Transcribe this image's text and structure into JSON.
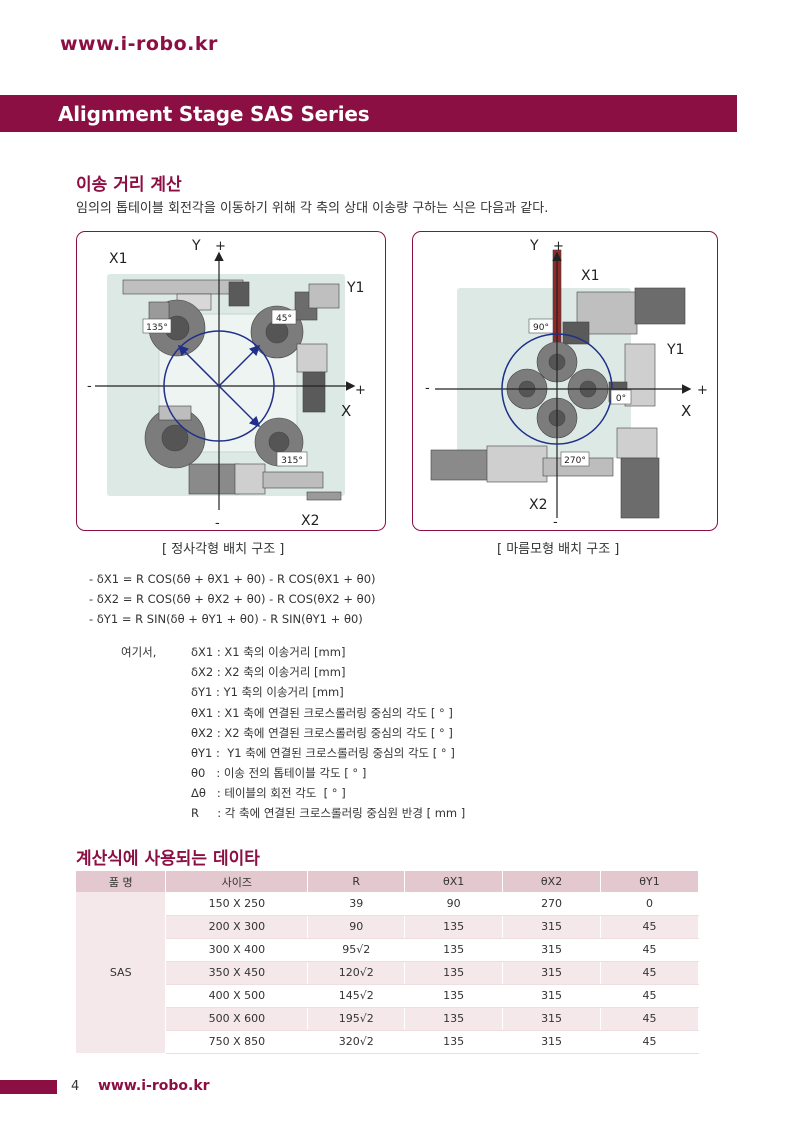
{
  "brand": "www.i-robo.kr",
  "header_title": "Alignment Stage SAS Series",
  "section1": {
    "title": "이송 거리 계산",
    "intro": "임의의 톱테이블 회전각을 이동하기 위해 각 축의 상대 이송량 구하는 식은 다음과 같다."
  },
  "diagram_left": {
    "y_label": "Y",
    "y_plus": "+",
    "y_minus": "-",
    "x_label": "X",
    "x_plus": "+",
    "x_minus": "-",
    "x1": "X1",
    "y1": "Y1",
    "x2": "X2",
    "angles": [
      "135°",
      "45°",
      "315°"
    ],
    "caption": "[ 정사각형 배치 구조 ]"
  },
  "diagram_right": {
    "y_label": "Y",
    "y_plus": "+",
    "y_minus": "-",
    "x_label": "X",
    "x_plus": "+",
    "x_minus": "-",
    "x1": "X1",
    "y1": "Y1",
    "x2": "X2",
    "angles": [
      "90°",
      "0°",
      "270°"
    ],
    "caption": "[ 마름모형 배치 구조 ]"
  },
  "formulas": [
    "- δX1 = R COS(δθ + θX1 + θ0) - R COS(θX1 + θ0)",
    "- δX2 = R COS(δθ + θX2 + θ0) - R COS(θX2 + θ0)",
    "- δY1  = R SIN(δθ + θY1 + θ0) - R SIN(θY1 + θ0)"
  ],
  "defs_lead": "여기서,",
  "definitions": [
    "δX1 : X1 축의 이송거리 [mm]",
    "δX2 : X2 축의 이송거리 [mm]",
    "δY1 : Y1 축의 이송거리 [mm]",
    "θX1 : X1 축에 연결된 크로스롤러링 중심의 각도 [ ° ]",
    "θX2 : X2 축에 연결된 크로스롤러링 중심의 각도 [ ° ]",
    "θY1 :  Y1 축에 연결된 크로스롤러링 중심의 각도 [ ° ]",
    "θ0   : 이송 전의 톱테이블 각도 [ ° ]",
    "Δθ   : 테이블의 회전 각도  [ ° ]",
    "R     : 각 축에 연결된 크로스롤러링 중심원 반경 [ mm ]"
  ],
  "section2": {
    "title": "계산식에 사용되는 데이타"
  },
  "table": {
    "headers": [
      "품  명",
      "사이즈",
      "R",
      "θX1",
      "θX2",
      "θY1"
    ],
    "product": "SAS",
    "rows": [
      [
        "150 X 250",
        "39",
        "90",
        "270",
        "0"
      ],
      [
        "200 X 300",
        "90",
        "135",
        "315",
        "45"
      ],
      [
        "300 X 400",
        "95√2",
        "135",
        "315",
        "45"
      ],
      [
        "350 X 450",
        "120√2",
        "135",
        "315",
        "45"
      ],
      [
        "400 X 500",
        "145√2",
        "135",
        "315",
        "45"
      ],
      [
        "500 X 600",
        "195√2",
        "135",
        "315",
        "45"
      ],
      [
        "750 X 850",
        "320√2",
        "135",
        "315",
        "45"
      ]
    ]
  },
  "footer": {
    "page": "4",
    "brand": "www.i-robo.kr"
  },
  "colors": {
    "accent": "#8c0f43",
    "table_header": "#e3c9cf",
    "table_alt": "#f5e8eb",
    "circle": "#1f2f8a"
  }
}
